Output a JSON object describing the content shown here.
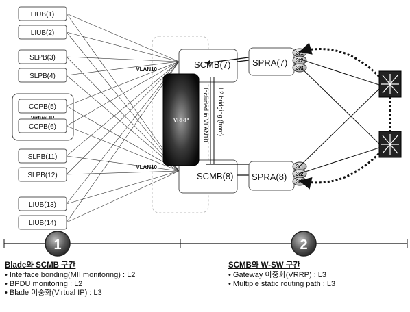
{
  "blades": [
    {
      "label": "LIUB(1)"
    },
    {
      "label": "LIUB(2)"
    },
    {
      "label": "SLPB(3)"
    },
    {
      "label": "SLPB(4)"
    },
    {
      "label": "CCPB(5)"
    },
    {
      "label": "CCPB(6)"
    },
    {
      "label": "SLPB(11)"
    },
    {
      "label": "SLPB(12)"
    },
    {
      "label": "LIUB(13)"
    },
    {
      "label": "LIUB(14)"
    }
  ],
  "labels": {
    "virtual_ip": "Virtual IP",
    "vlan_top": "VLAN10",
    "vlan_bottom": "VLAN10",
    "vrrp": "VRRP",
    "scmb_top": "SCMB(7)",
    "scmb_bottom": "SCMB(8)",
    "spra_top": "SPRA(7)",
    "spra_bottom": "SPRA(8)",
    "bridging_line1": "L2 bridging (front)",
    "bridging_line2": "Included in VLAN10"
  },
  "ports_top": [
    "3/1",
    "3/2",
    "3/3"
  ],
  "ports_bottom": [
    "3/1",
    "3/2",
    "3/3"
  ],
  "badges": {
    "one": "1",
    "two": "2"
  },
  "section1": {
    "title": "Blade와 SCMB 구간",
    "items": [
      "Interface bonding(MII monitoring) : L2",
      "BPDU monitoring : L2",
      "Blade 이중화(Virtual IP) : L3"
    ]
  },
  "section2": {
    "title": "SCMB와 W-SW 구간",
    "items": [
      "Gateway 이중화(VRRP) : L3",
      "Multiple static routing path : L3"
    ]
  },
  "colors": {
    "box_border": "#555555",
    "vrrp_dark": "#111111",
    "badge": "#333333"
  }
}
